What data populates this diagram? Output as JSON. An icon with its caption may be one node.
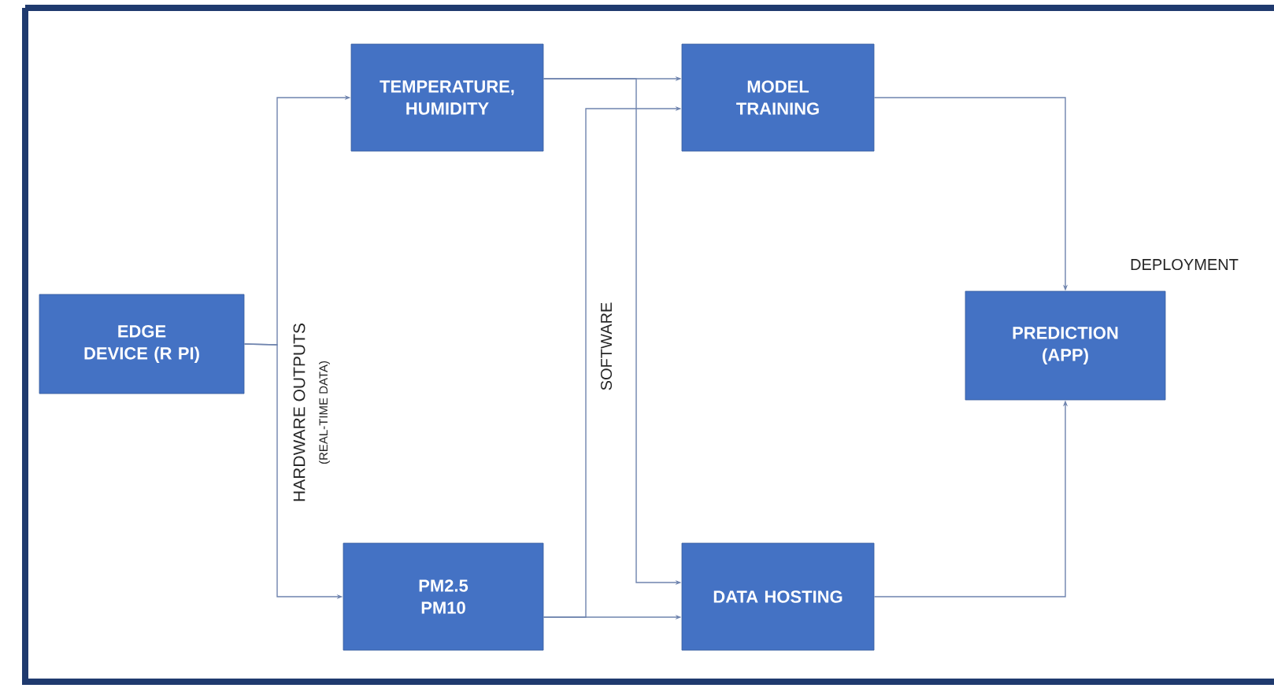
{
  "diagram": {
    "nodes": [
      {
        "text": [
          "EDGE DEVICE (R PI)"
        ]
      },
      {
        "text": [
          "TEMPERATURE, HUMIDITY"
        ]
      },
      {
        "text": [
          "PM2.5 PM10"
        ]
      },
      {
        "text": [
          "MODEL TRAINING"
        ]
      },
      {
        "text": [
          "DATA HOSTING"
        ]
      },
      {
        "text": [
          "PREDICTION (APP)"
        ]
      }
    ],
    "edges": [
      {
        "from": 0,
        "to": 1,
        "arrow": "to"
      },
      {
        "from": 0,
        "to": 2,
        "arrow": "to"
      },
      {
        "from": 1,
        "to": 3,
        "arrow": "to"
      },
      {
        "from": 1,
        "to": 4,
        "arrow": "to"
      },
      {
        "from": 2,
        "to": 3,
        "arrow": "to"
      },
      {
        "from": 2,
        "to": 4,
        "arrow": "to"
      },
      {
        "from": 3,
        "to": 5,
        "arrow": "to"
      },
      {
        "from": 4,
        "to": 5,
        "arrow": "to"
      }
    ],
    "labels": [
      "HARDWARE OUTPUTS",
      "(REAL-TIME DATA)",
      "SOFTWARE",
      "DEPLOYMENT"
    ]
  }
}
